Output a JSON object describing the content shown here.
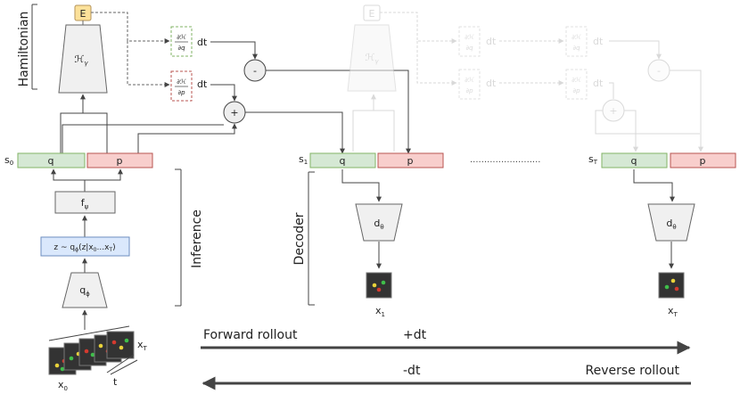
{
  "labels": {
    "hamiltonian": "Hamiltonian",
    "inference": "Inference",
    "decoder": "Decoder",
    "energy_box": "E",
    "h_net": "ℋ",
    "h_net_sub": "γ",
    "dHdq_num": "∂ℋ",
    "dHdq_den": "∂q",
    "dHdp_num": "∂ℋ",
    "dHdp_den": "∂p",
    "dt": "dt",
    "minus": "-",
    "plus": "+",
    "q": "q",
    "p": "p",
    "s0_main": "s",
    "s0_sub": "0",
    "s1_main": "s",
    "s1_sub": "1",
    "sT_main": "s",
    "sT_sub": "T",
    "f_psi_main": "f",
    "f_psi_sub": "ψ",
    "posterior": "z ~ q",
    "posterior_sub": "ϕ",
    "posterior_args": "(z|x",
    "posterior_x0": "0",
    "posterior_dots": "...x",
    "posterior_xT": "T",
    "posterior_close": ")",
    "encoder_main": "q",
    "encoder_sub": "ϕ",
    "decoder_main": "d",
    "decoder_sub": "θ",
    "x1_main": "x",
    "x1_sub": "1",
    "xT_main": "x",
    "xT_sub": "T",
    "x0_main": "x",
    "x0_sub": "0",
    "stack_xT_main": "x",
    "stack_xT_sub": "T",
    "t_axis": "t",
    "forward_rollout": "Forward rollout",
    "plus_dt": "+dt",
    "minus_dt": "-dt",
    "reverse_rollout": "Reverse rollout",
    "ellipsis": "........................."
  },
  "colors": {
    "q_fill": "#d5e8d4",
    "q_stroke": "#82b366",
    "p_fill": "#f8cecc",
    "p_stroke": "#b85450",
    "energy_fill": "#fce19a",
    "energy_stroke": "#b5945a",
    "posterior_fill": "#dae8fc",
    "posterior_stroke": "#6c8ebf",
    "block_fill": "#f0f0f0",
    "block_stroke": "#666666",
    "ghost": "#bbbbbb",
    "frame_bg": "#333333"
  }
}
